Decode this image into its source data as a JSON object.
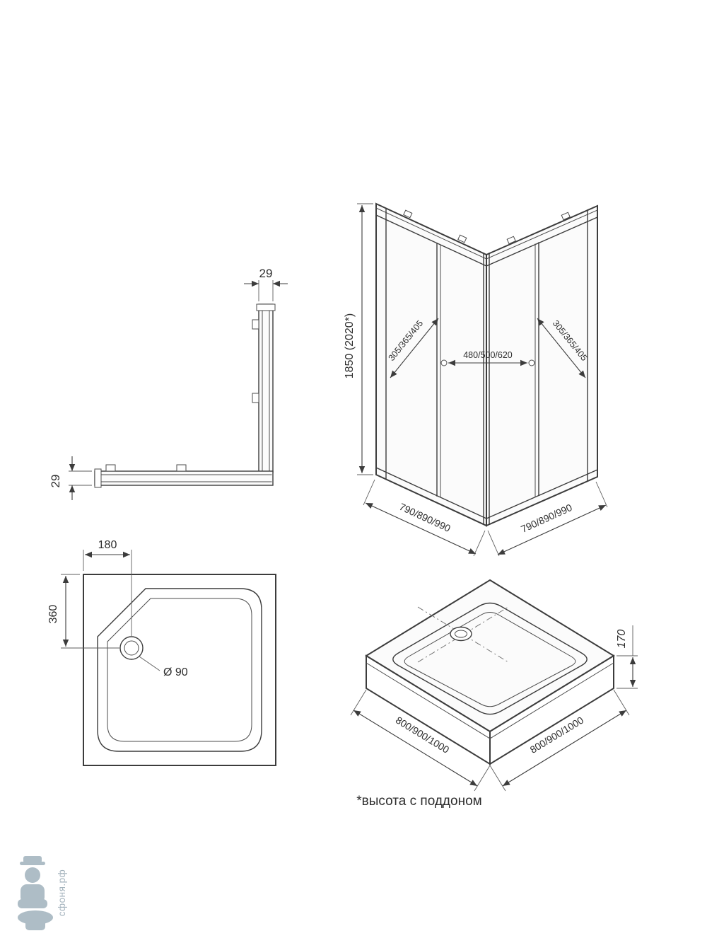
{
  "footnote": "*высота с поддоном",
  "watermark": {
    "site": "сфоня.рф"
  },
  "profile_detail": {
    "top_width": "29",
    "side_width": "29"
  },
  "enclosure": {
    "height": "1850 (2020*)",
    "left_panel_widths": "305/365/405",
    "entry_widths": "480/500/620",
    "right_panel_widths": "305/365/405",
    "left_base_widths": "790/890/990",
    "right_base_widths": "790/890/990"
  },
  "tray_plan": {
    "drain_offset_x": "180",
    "drain_offset_y": "360",
    "drain_diameter": "Ø 90"
  },
  "tray_iso": {
    "height": "170",
    "left_widths": "800/900/1000",
    "right_widths": "800/900/1000"
  },
  "colors": {
    "line": "#3c3c3c",
    "watermark": "#aebdc6"
  }
}
